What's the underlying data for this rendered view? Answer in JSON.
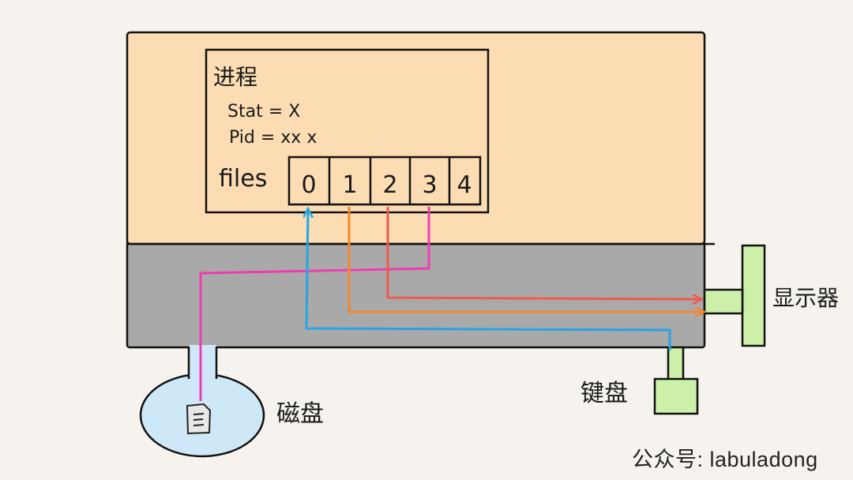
{
  "process": {
    "title": "进程",
    "stat": "Stat = X",
    "pid": "Pid = xx x",
    "files_label": "files",
    "fd_cells": [
      "0",
      "1",
      "2",
      "3",
      "4"
    ]
  },
  "devices": {
    "disk": "磁盘",
    "display": "显示器",
    "keyboard": "键盘"
  },
  "watermark": "公众号: labuladong",
  "colors": {
    "user_space": "#fbdcb3",
    "kernel_space": "#a9a9a9",
    "disk": "#cfe8f8",
    "device": "#ccf0a8",
    "fd0_arrow": "#26a4e8",
    "fd1_arrow": "#f0882e",
    "fd2_arrow": "#ef5a4e",
    "fd3_arrow": "#f23ab0"
  },
  "icons": {
    "document": "document-icon"
  }
}
